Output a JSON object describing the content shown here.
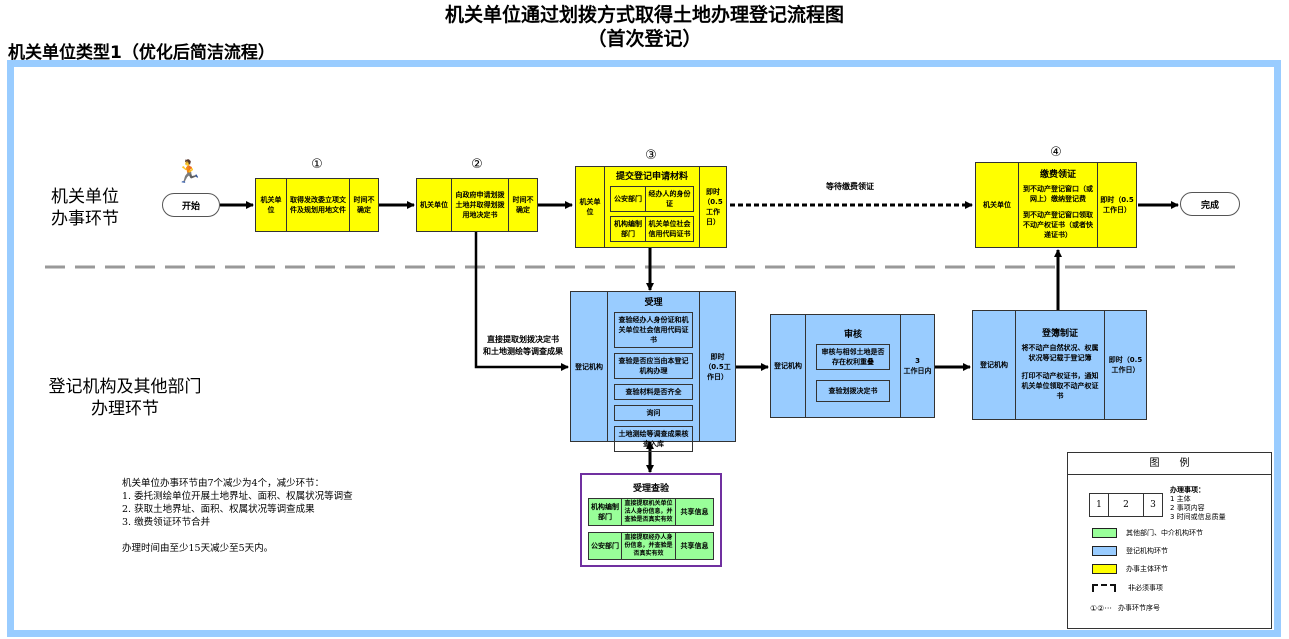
{
  "title": "机关单位通过划拨方式取得土地办理登记流程图",
  "subtitle": "（首次登记）",
  "type_label": "机关单位类型1（优化后简洁流程）",
  "lanes": {
    "top": "机关单位\n办事环节",
    "bottom": "登记机构及其他部门\n办理环节"
  },
  "terminals": {
    "start": "开始",
    "end": "完成"
  },
  "colors": {
    "frame": "#99ccff",
    "applicant": "#ffff00",
    "registry": "#99ccff",
    "other": "#99ff99",
    "review_border": "#7030a0",
    "separator": "#999999"
  },
  "steps": [
    {
      "num": "①",
      "subject": "机关单位",
      "content": "取得发改委立项文件及规划用地文件",
      "time": "时间不确定"
    },
    {
      "num": "②",
      "subject": "机关单位",
      "content": "向政府申请划拨土地并取得划拨用地决定书",
      "time": "时间不确定"
    },
    {
      "num": "③",
      "subject": "机关单位",
      "title": "提交登记申请材料",
      "items": [
        {
          "dept": "公安部门",
          "doc": "经办人的身份证"
        },
        {
          "dept": "机构编制部门",
          "doc": "机关单位社会信用代码证书"
        }
      ],
      "time": "即时（0.5工作日）"
    },
    {
      "num": "④",
      "subject": "机关单位",
      "title": "缴费领证",
      "lines": [
        "到不动产登记窗口（或网上）缴纳登记费",
        "到不动产登记窗口领取不动产权证书（或者快递证书）"
      ],
      "time": "即时（0.5工作日）"
    }
  ],
  "wait_label": "等待缴费领证",
  "direct_label": "直接提取划拨决定书\n和土地测绘等调查成果",
  "accept": {
    "subject": "登记机构",
    "title": "受理",
    "items": [
      "查验经办人身份证和机关单位社会信用代码证书",
      "查验是否应当由本登记机构办理",
      "查验材料是否齐全",
      "询问",
      "土地测绘等调查成果核查入库"
    ],
    "time": "即时（0.5工作日）"
  },
  "audit": {
    "subject": "登记机构",
    "title": "审核",
    "items": [
      "审核与相邻土地是否存在权利重叠",
      "查验划拨决定书"
    ],
    "time": "3\n工作日内"
  },
  "register": {
    "subject": "登记机构",
    "title": "登簿制证",
    "lines": [
      "将不动产自然状况、权属状况等记载于登记簿",
      "打印不动产权证书，通知机关单位领取不动产权证书"
    ],
    "time": "即时（0.5工作日）"
  },
  "review": {
    "title": "受理查验",
    "rows": [
      {
        "dept": "机构编制部门",
        "content": "直接提取机关单位法人身份信息，并查验是否真实有效",
        "mode": "共享信息"
      },
      {
        "dept": "公安部门",
        "content": "直接提取经办人身份信息，并查验是否真实有效",
        "mode": "共享信息"
      }
    ]
  },
  "notes": [
    "机关单位办事环节由7个减少为4个，减少环节：",
    "1. 委托测绘单位开展土地界址、面积、权属状况等调查",
    "2. 获取土地界址、面积、权属状况等调查成果",
    "3. 缴费领证环节合并",
    "",
    "办理时间由至少15天减少至5天内。"
  ],
  "legend": {
    "title": "图　　例",
    "cells": [
      "1",
      "2",
      "3"
    ],
    "cells_title": "办理事项：",
    "cells_desc": [
      "1 主体",
      "2 事项内容",
      "3 时间或信息质量"
    ],
    "items": [
      {
        "label": "其他部门、中介机构环节",
        "color": "#99ff99"
      },
      {
        "label": "登记机构环节",
        "color": "#99ccff"
      },
      {
        "label": "办事主体环节",
        "color": "#ffff00"
      }
    ],
    "optional_label": "非必须事项",
    "seq_symbol": "①②···",
    "seq_label": "办事环节序号"
  }
}
